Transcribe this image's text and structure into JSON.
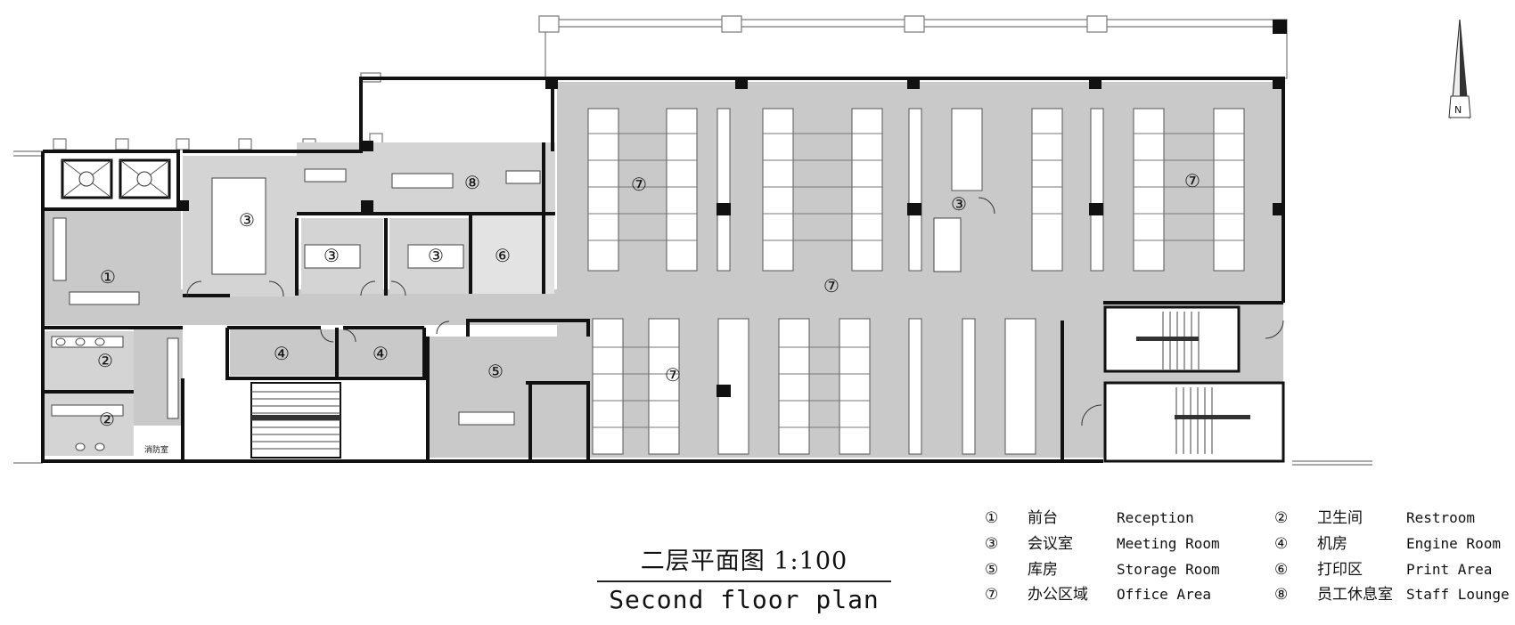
{
  "title": {
    "cn": "二层平面图 1:100",
    "en": "Second floor plan"
  },
  "compass": {
    "label": "N"
  },
  "room_markers": [
    {
      "num": "①",
      "room": "reception"
    },
    {
      "num": "②",
      "room": "restroom"
    },
    {
      "num": "②",
      "room": "restroom"
    },
    {
      "num": "③",
      "room": "meeting"
    },
    {
      "num": "③",
      "room": "meeting"
    },
    {
      "num": "③",
      "room": "meeting"
    },
    {
      "num": "③",
      "room": "meeting"
    },
    {
      "num": "④",
      "room": "engine"
    },
    {
      "num": "④",
      "room": "engine"
    },
    {
      "num": "⑤",
      "room": "storage"
    },
    {
      "num": "⑥",
      "room": "print"
    },
    {
      "num": "⑦",
      "room": "office"
    },
    {
      "num": "⑦",
      "room": "office"
    },
    {
      "num": "⑦",
      "room": "office"
    },
    {
      "num": "⑦",
      "room": "office"
    },
    {
      "num": "⑧",
      "room": "lounge"
    }
  ],
  "small_labels": {
    "cleaning_room": "消防室"
  },
  "legend": [
    {
      "num": "①",
      "cn": "前台",
      "en": "Reception"
    },
    {
      "num": "②",
      "cn": "卫生间",
      "en": "Restroom"
    },
    {
      "num": "③",
      "cn": "会议室",
      "en": "Meeting Room"
    },
    {
      "num": "④",
      "cn": "机房",
      "en": "Engine Room"
    },
    {
      "num": "⑤",
      "cn": "库房",
      "en": "Storage Room"
    },
    {
      "num": "⑥",
      "cn": "打印区",
      "en": "Print Area"
    },
    {
      "num": "⑦",
      "cn": "办公区域",
      "en": "Office Area"
    },
    {
      "num": "⑧",
      "cn": "员工休息室",
      "en": "Staff Lounge"
    }
  ],
  "colors": {
    "floor": "#c9c9c9",
    "floor_light": "#d6d6d6",
    "wall": "#111111",
    "desk": "#ffffff"
  }
}
